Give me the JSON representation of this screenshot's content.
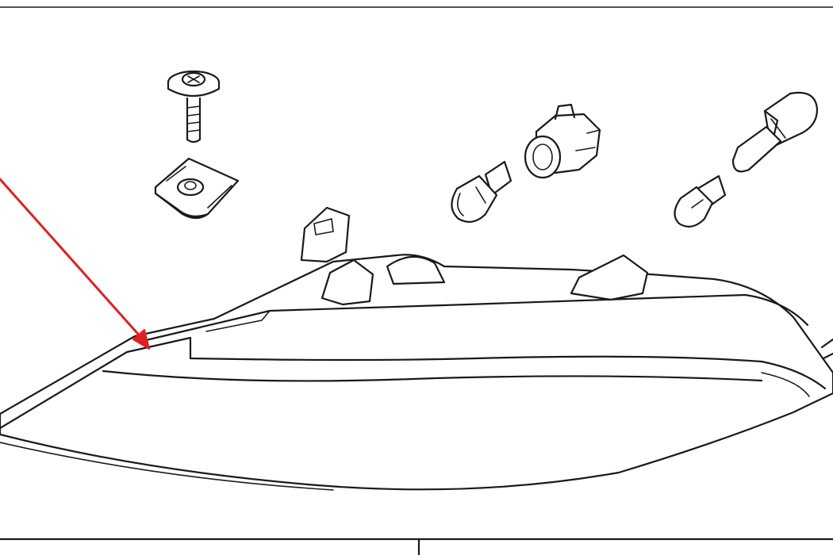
{
  "diagram": {
    "type": "parts-exploded-view",
    "parts": [
      {
        "id": "screw",
        "icon": "flange-screw-icon"
      },
      {
        "id": "clip-nut",
        "icon": "clip-nut-icon"
      },
      {
        "id": "bulb-small-1",
        "icon": "wedge-bulb-icon"
      },
      {
        "id": "socket",
        "icon": "bulb-socket-icon"
      },
      {
        "id": "bulb-large",
        "icon": "large-bulb-icon"
      },
      {
        "id": "bulb-small-2",
        "icon": "wedge-bulb-icon"
      },
      {
        "id": "lamp-assembly",
        "icon": "lamp-housing-icon"
      }
    ],
    "callout_color": "#e02020",
    "line_color": "#1a1a1a",
    "background": "#ffffff"
  }
}
